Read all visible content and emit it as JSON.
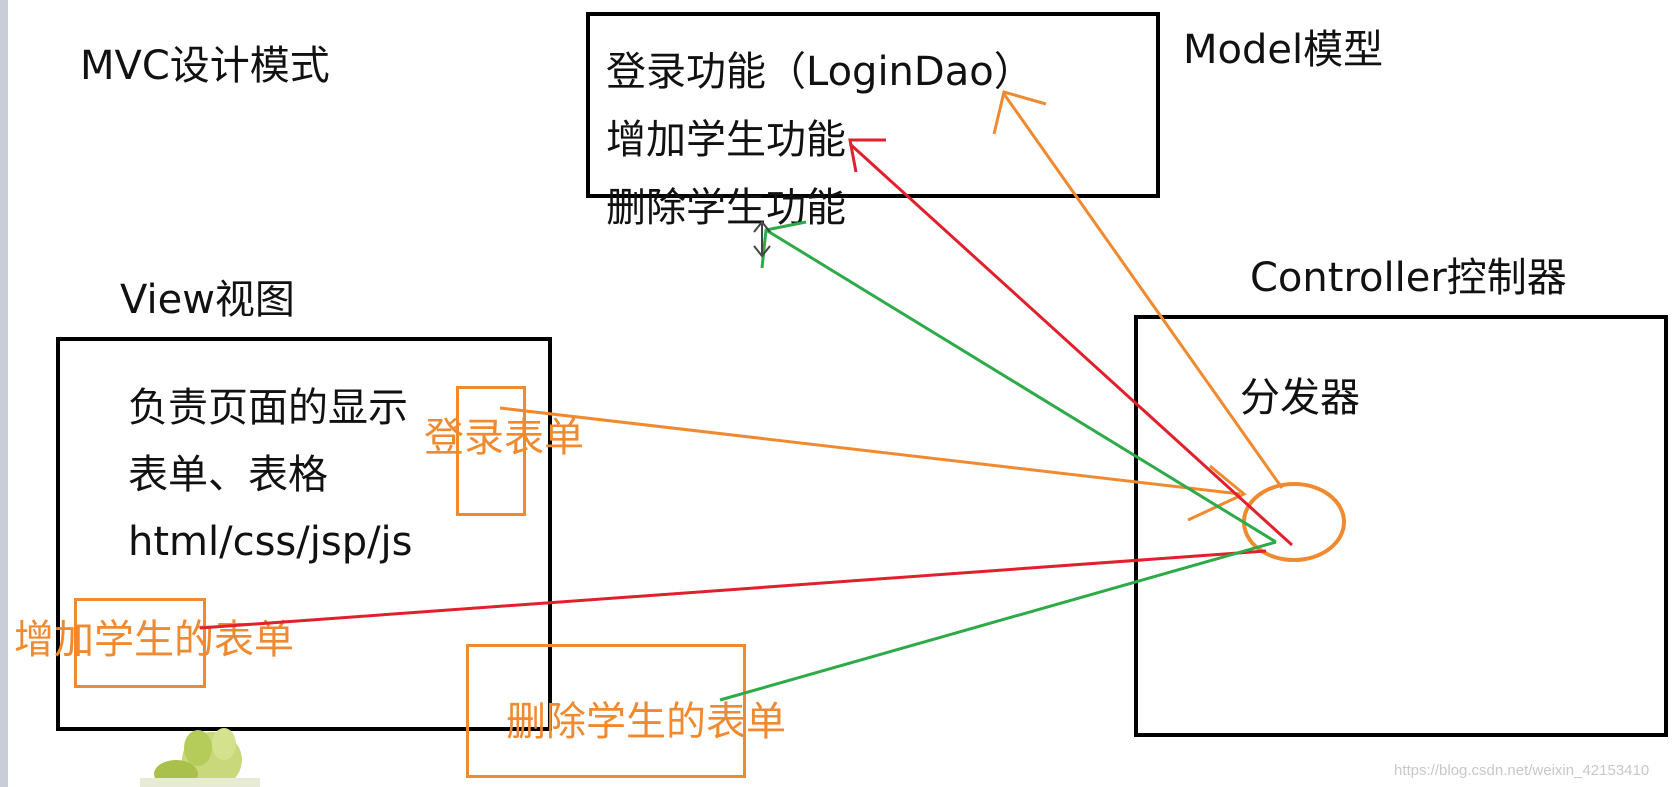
{
  "title": "MVC设计模式",
  "model": {
    "label": "Model模型",
    "items": [
      "登录功能（LoginDao）",
      "增加学生功能",
      "删除学生功能"
    ]
  },
  "view": {
    "label": "View视图",
    "items": [
      "负责页面的显示",
      "表单、表格",
      "html/css/jsp/js"
    ]
  },
  "controller": {
    "label": "Controller控制器",
    "dispatcher": "分发器"
  },
  "forms": {
    "login": "登录表单",
    "add_student": "增加学生的表单",
    "delete_student": "删除学生的表单"
  },
  "watermark": "https://blog.csdn.net/weixin_42153410",
  "colors": {
    "orange": "#f08a30",
    "red": "#e0202c",
    "green": "#2eaa48",
    "box": "#000000"
  }
}
